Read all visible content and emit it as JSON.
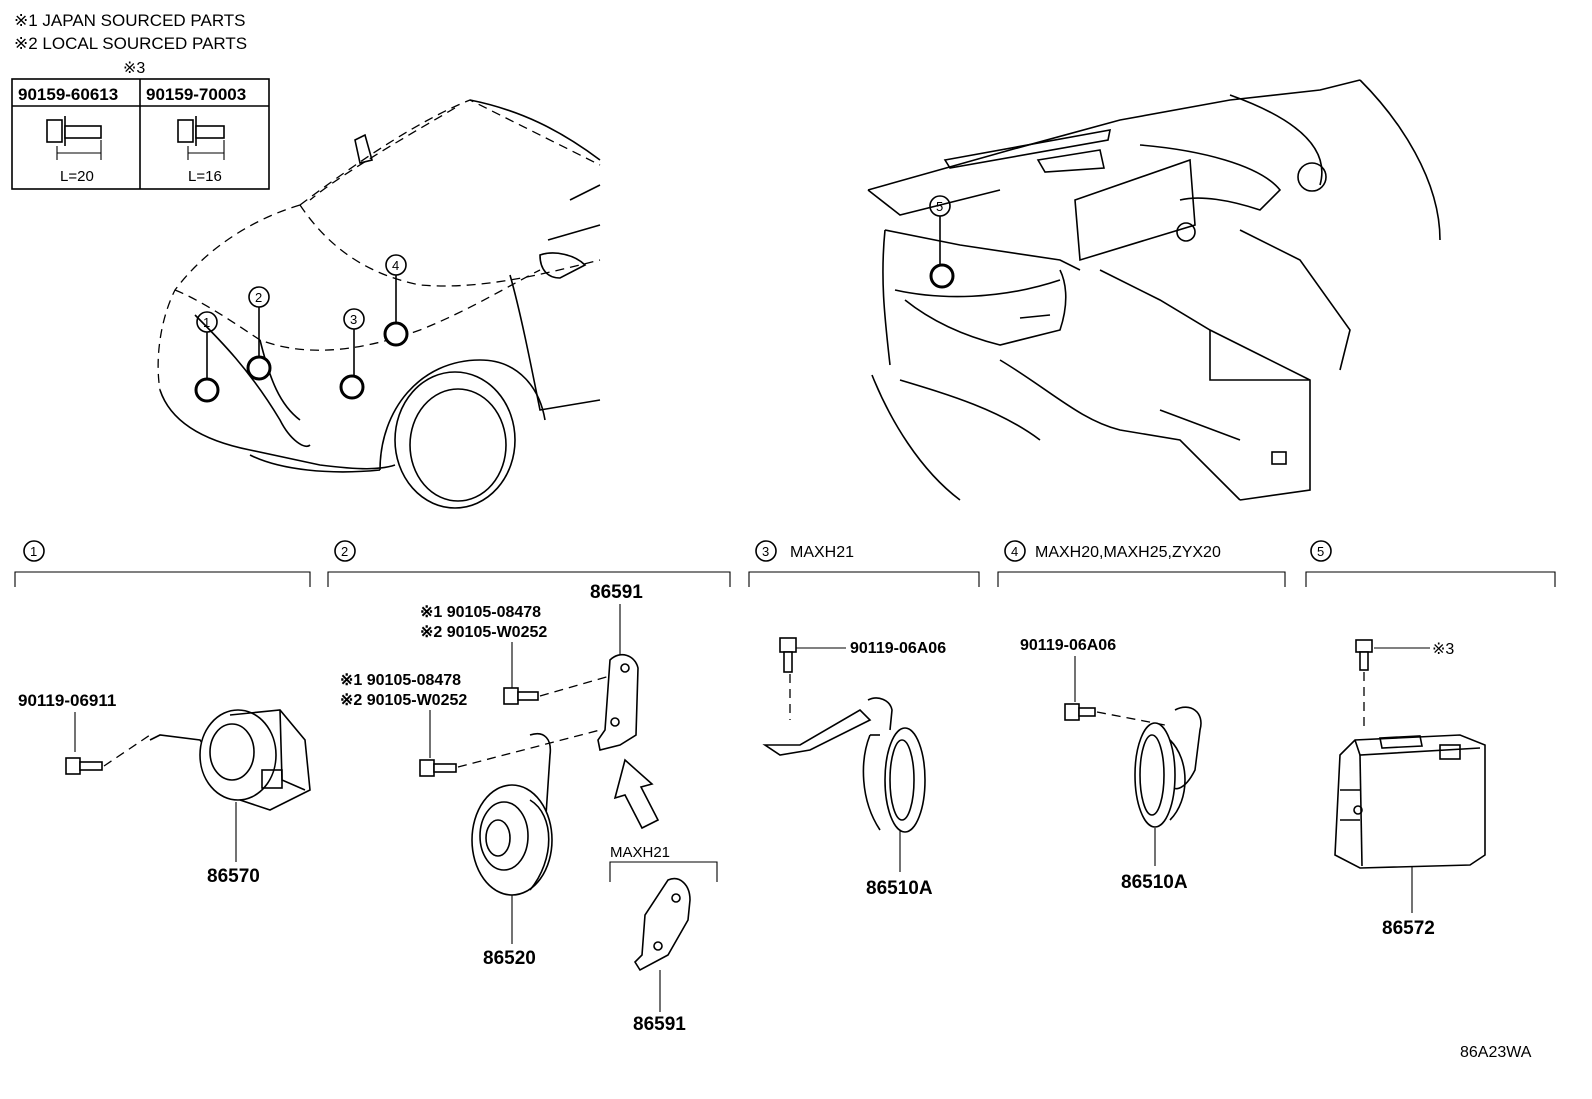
{
  "notes": {
    "japan": "※1 JAPAN SOURCED PARTS",
    "local": "※2 LOCAL SOURCED PARTS"
  },
  "bolt_table": {
    "group_label": "※3",
    "col1_part": "90159-60613",
    "col2_part": "90159-70003",
    "col1_length": "L=20",
    "col2_length": "L=16"
  },
  "locators": [
    "1",
    "2",
    "3",
    "4",
    "5"
  ],
  "sections": [
    {
      "num": "1",
      "label": ""
    },
    {
      "num": "2",
      "label": ""
    },
    {
      "num": "3",
      "label": "MAXH21"
    },
    {
      "num": "4",
      "label": "MAXH20,MAXH25,ZYX20"
    },
    {
      "num": "5",
      "label": ""
    }
  ],
  "parts": {
    "s1_bolt": "90119-06911",
    "s1_main": "86570",
    "s2_bracket_top": "86591",
    "s2_bolt_a_j": "※1 90105-08478",
    "s2_bolt_a_l": "※2 90105-W0252",
    "s2_bolt_b_j": "※1 90105-08478",
    "s2_bolt_b_l": "※2 90105-W0252",
    "s2_horn": "86520",
    "s2_variant_label": "MAXH21",
    "s2_bracket_bottom": "86591",
    "s3_bolt": "90119-06A06",
    "s3_main": "86510A",
    "s4_bolt": "90119-06A06",
    "s4_main": "86510A",
    "s5_bolt": "※3",
    "s5_main": "86572"
  },
  "figure_code": "86A23WA"
}
